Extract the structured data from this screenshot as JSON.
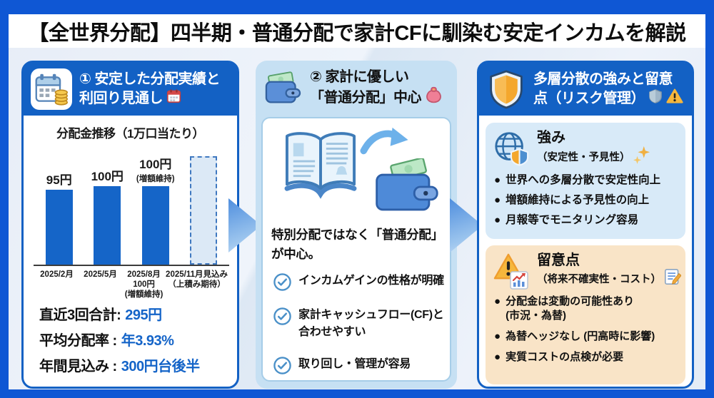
{
  "title": "【全世界分配】四半期・普通分配で家計CFに馴染む安定インカムを解説",
  "colors": {
    "frame_blue": "#0f57d4",
    "header_blue": "#1361c4",
    "bar_blue": "#1565c8",
    "value_blue": "#1464c8",
    "panel2_bg": "#c6e0f3",
    "strengths_bg": "#d8eaf8",
    "caution_bg": "#f9e4c7",
    "forecast_bar_fill": "#dce9f6"
  },
  "panel1": {
    "header_line1": "① 安定した分配実績と",
    "header_line2": "利回り見通し",
    "chart": {
      "title": "分配金推移（1万口当たり）",
      "bars": [
        {
          "label": "95円",
          "x": "2025/2月"
        },
        {
          "label": "100円",
          "x": "2025/5月"
        },
        {
          "label": "100円",
          "sublabel": "(増額維持)",
          "x": "2025/8月",
          "x_sub1": "100円",
          "x_sub2": "(増額維持)"
        },
        {
          "x": "2025/11月見込み",
          "x_sub1": "（上積み期待）",
          "style": "dashed-forecast"
        }
      ]
    },
    "stats": [
      {
        "label": "直近3回合計:",
        "value": "295円"
      },
      {
        "label": "平均分配率 :",
        "value": "年3.93%"
      },
      {
        "label": "年間見込み :",
        "value": "300円台後半"
      }
    ]
  },
  "chart_data": {
    "type": "bar",
    "title": "分配金推移（1万口当たり）",
    "categories": [
      "2025/2月",
      "2025/5月",
      "2025/8月",
      "2025/11月見込み"
    ],
    "values": [
      95,
      100,
      100,
      null
    ],
    "bar_labels": [
      "95円",
      "100円",
      "100円(増額維持)",
      ""
    ],
    "category_notes": [
      "",
      "",
      "100円(増額維持)",
      "（上積み期待）"
    ],
    "unit": "円",
    "ylim": [
      0,
      140
    ],
    "grid": false,
    "legend": false,
    "forecast_bar": {
      "index": 3,
      "style": "dashed-outline",
      "meaning": "見込み（上積み期待）"
    }
  },
  "panel2": {
    "header_line1": "② 家計に優しい",
    "header_line2": "「普通分配」中心",
    "main_text": "特別分配ではなく「普通分配」が中心。",
    "checklist": [
      "インカムゲインの性格が明確",
      "家計キャッシュフロー(CF)と合わせやすい",
      "取り回し・管理が容易"
    ]
  },
  "panel3": {
    "header_line1": "多層分散の強みと留意",
    "header_line2": "点（リスク管理）",
    "strengths": {
      "title": "強み",
      "subtitle": "（安定性・予見性）",
      "bullets": [
        "世界への多層分散で安定性向上",
        "増額維持による予見性の向上",
        "月報等でモニタリング容易"
      ]
    },
    "cautions": {
      "title": "留意点",
      "subtitle": "（将来不確実性・コスト）",
      "bullets": [
        "分配金は変動の可能性あり\n(市況・為替)",
        "為替ヘッジなし (円高時に影響)",
        "実質コストの点検が必要"
      ]
    }
  }
}
